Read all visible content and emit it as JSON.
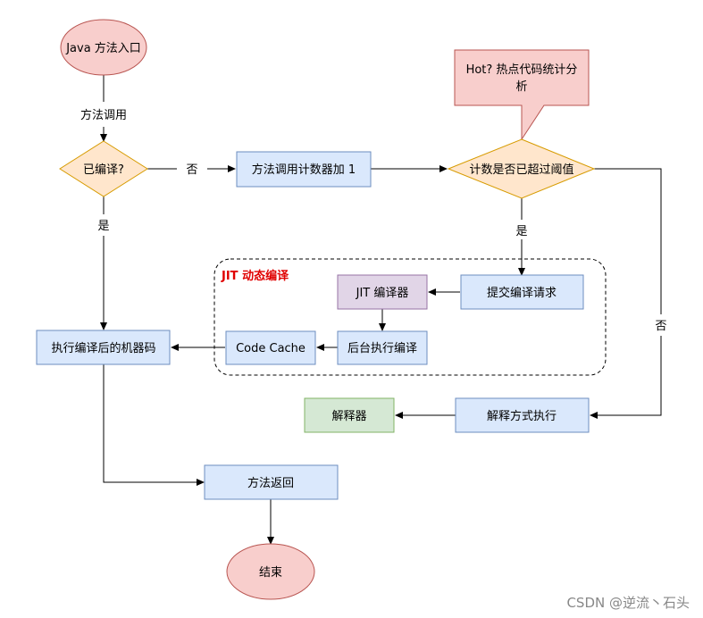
{
  "nodes": {
    "start": "Java 方法入口",
    "method_call": "方法调用",
    "compiled_check": "已编译?",
    "counter_increment": "方法调用计数器加 1",
    "threshold_check": "计数是否已超过阈值",
    "hot_callout_line1": "Hot? 热点代码统计分",
    "hot_callout_line2": "析",
    "submit_request": "提交编译请求",
    "jit_compiler": "JIT 编译器",
    "background_compile": "后台执行编译",
    "code_cache": "Code Cache",
    "execute_machine_code": "执行编译后的机器码",
    "interpreter": "解释器",
    "interpret_execute": "解释方式执行",
    "method_return": "方法返回",
    "end": "结束"
  },
  "edge_labels": {
    "no_left": "否",
    "yes_left": "是",
    "yes_right": "是",
    "no_right": "否"
  },
  "group": {
    "title": "JIT 动态编译"
  },
  "watermark": "CSDN @逆流丶石头",
  "colors": {
    "terminal_fill": "#f8cecc",
    "terminal_stroke": "#b85450",
    "decision_fill": "#ffe6cc",
    "decision_stroke": "#d79b00",
    "process_fill": "#dae8fc",
    "process_stroke": "#6c8ebf",
    "compiler_fill": "#e1d5e7",
    "compiler_stroke": "#9673a6",
    "interpreter_fill": "#d5e8d4",
    "interpreter_stroke": "#82b366",
    "group_title": "#e00000"
  }
}
